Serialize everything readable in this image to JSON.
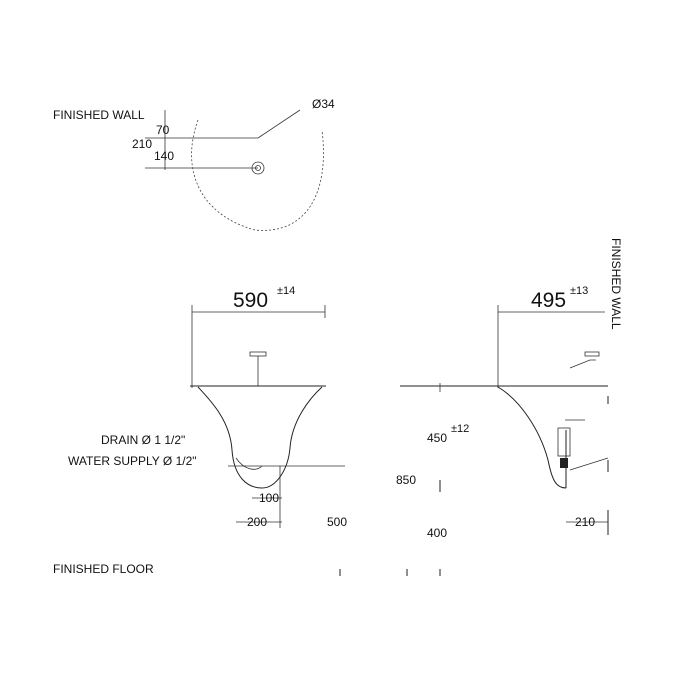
{
  "labels": {
    "finished_wall_top": "FINISHED WALL",
    "finished_wall_right": "FINISHED WALL",
    "finished_floor": "FINISHED FLOOR",
    "drain": "DRAIN Ø 1 1/2\"",
    "water_supply": "WATER SUPPLY Ø 1/2\""
  },
  "dimensions": {
    "dia_34": "Ø34",
    "d70": "70",
    "d210_top": "210",
    "d140": "140",
    "width_590": "590",
    "tol_590": "±14",
    "depth_495": "495",
    "tol_495": "±13",
    "h450": "450",
    "tol_450": "±12",
    "h850": "850",
    "h400": "400",
    "d100": "100",
    "d200": "200",
    "d500": "500",
    "d210_bottom": "210"
  },
  "colors": {
    "line": "#222222",
    "text": "#111111",
    "background": "#ffffff"
  }
}
